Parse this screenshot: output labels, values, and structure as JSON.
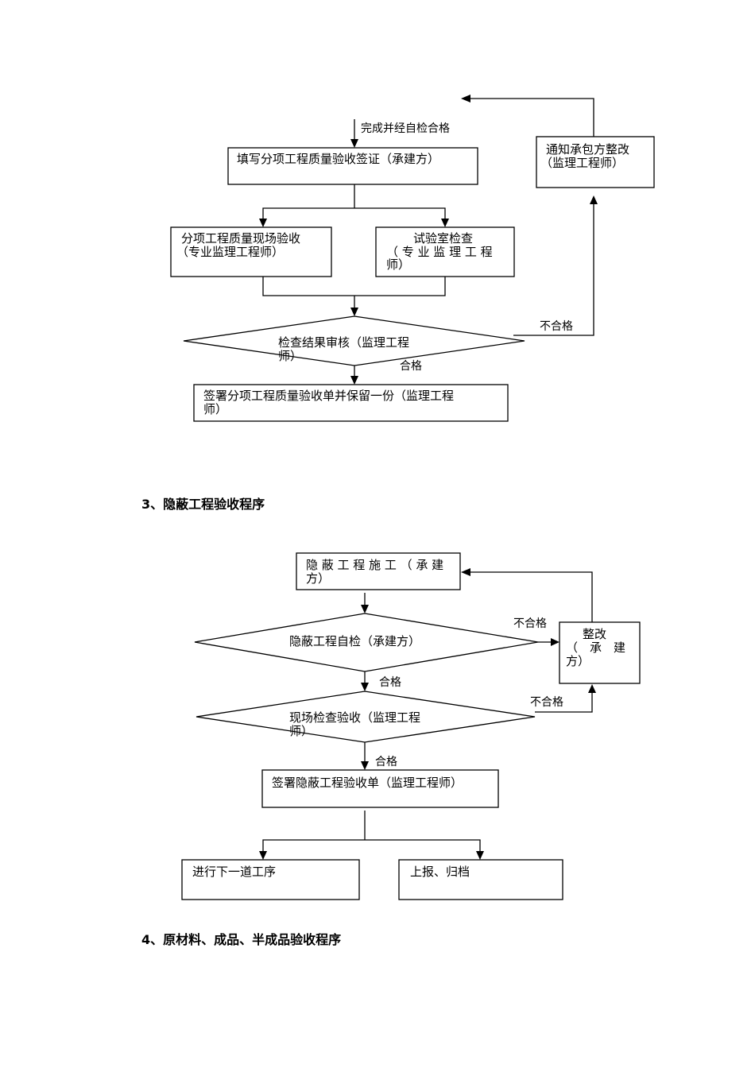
{
  "flow1": {
    "entry_label": "完成并经自检合格",
    "fill_form": "填写分项工程质量验收签证（承建方）",
    "notify": [
      "通知承包方整改",
      "（监理工程师）"
    ],
    "site_check": [
      "分项工程质量现场验收",
      "（专业监理工程师）"
    ],
    "lab_check": [
      "试验室检查",
      "（ 专 业 监 理 工 程",
      "师）"
    ],
    "review": [
      "检查结果审核（监理工程",
      "师）"
    ],
    "fail_label": "不合格",
    "pass_label": "合格",
    "sign": [
      "签署分项工程质量验收单并保留一份（监理工程",
      "师）"
    ]
  },
  "section3_heading": "3、隐蔽工程验收程序",
  "flow2": {
    "construct": [
      "隐 蔽 工 程 施 工 （ 承 建",
      "方）"
    ],
    "self_check": "隐蔽工程自检（承建方）",
    "rectify": [
      "整改",
      "（　承　建",
      "方）"
    ],
    "fail_label_1": "不合格",
    "pass_label_1": "合格",
    "site_inspect": [
      "现场检查验收（监理工程",
      "师）"
    ],
    "fail_label_2": "不合格",
    "pass_label_2": "合格",
    "sign": "签署隐蔽工程验收单（监理工程师）",
    "next_step": "进行下一道工序",
    "report": "上报、归档"
  },
  "section4_heading": "4、原材料、成品、半成品验收程序"
}
